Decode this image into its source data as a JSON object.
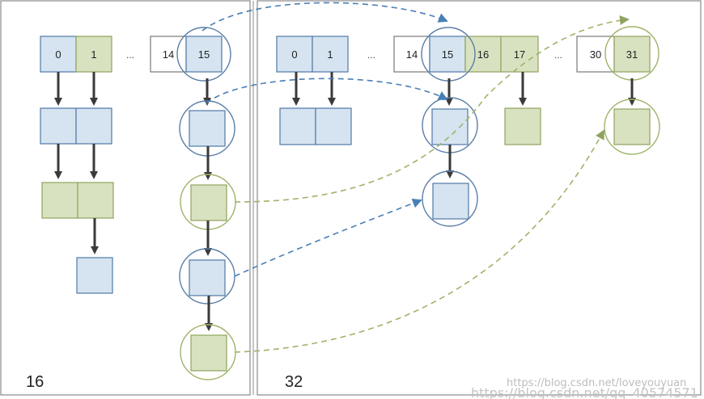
{
  "panels": [
    {
      "id": "left",
      "label": "16"
    },
    {
      "id": "right",
      "label": "32"
    }
  ],
  "left_buckets": [
    "0",
    "1",
    "14",
    "15"
  ],
  "right_buckets": [
    "0",
    "1",
    "14",
    "15",
    "16",
    "17",
    "30",
    "31"
  ],
  "ellipsis": "...",
  "watermark": {
    "line1": "https://blog.csdn.net/loveyouyuan",
    "line2": "https://blog.csdn.net/qq_40574571"
  },
  "colors": {
    "blue_fill": "#d5e4f0",
    "blue_stroke": "#4f79a6",
    "green_fill": "#d8e2c0",
    "green_stroke": "#8fa35e",
    "white_fill": "#ffffff",
    "arrow_dark": "#3a3a3a",
    "dash_blue": "#4a7fb5",
    "dash_green": "#9fb36a"
  }
}
